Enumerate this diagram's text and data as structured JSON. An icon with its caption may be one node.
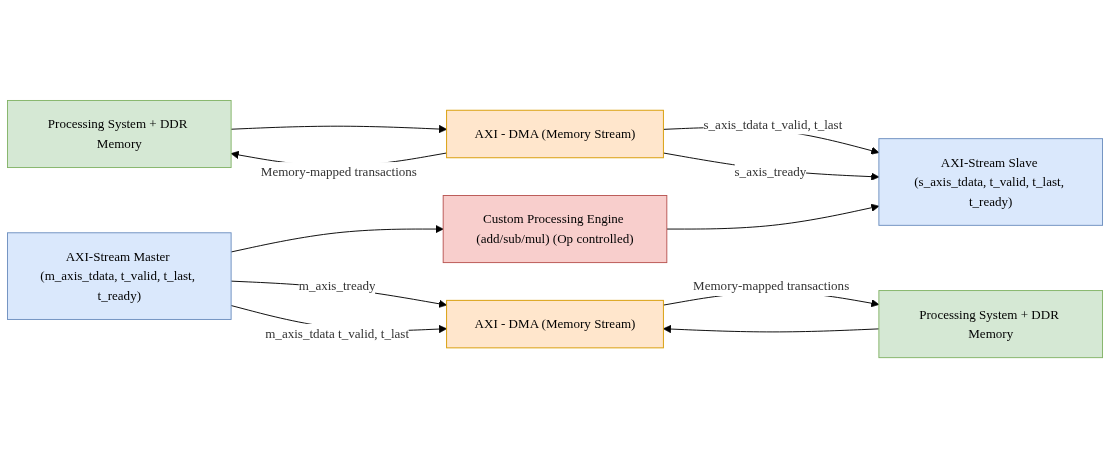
{
  "diagram": {
    "nodes": [
      {
        "text": [
          "Processing System + DDR Memory"
        ]
      },
      {
        "text": [
          "AXI - DMA (Memory Stream)"
        ]
      },
      {
        "text": [
          "AXI-Stream Slave (s_axis_tdata, t_valid, t_last, t_ready)"
        ]
      },
      {
        "text": [
          "Custom Processing Engine (add/sub/mul) (Op controlled)"
        ]
      },
      {
        "text": [
          "AXI-Stream Master (m_axis_tdata, t_valid, t_last, t_ready)"
        ]
      },
      {
        "text": [
          "AXI - DMA (Memory Stream)"
        ]
      },
      {
        "text": [
          "Processing System + DDR Memory"
        ]
      }
    ],
    "edges": [
      {
        "from": 0,
        "to": 1,
        "arrow": "to"
      },
      {
        "from": 1,
        "to": 0,
        "arrow": "to",
        "label": "Memory-mapped transactions"
      },
      {
        "from": 1,
        "to": 2,
        "arrow": "to",
        "label": "s_axis_tdata t_valid, t_last"
      },
      {
        "from": 1,
        "to": 2,
        "arrow": "to",
        "label": "s_axis_tready"
      },
      {
        "from": 3,
        "to": 2,
        "arrow": "to"
      },
      {
        "from": 4,
        "to": 3,
        "arrow": "to"
      },
      {
        "from": 4,
        "to": 5,
        "arrow": "to",
        "label": "m_axis_tready"
      },
      {
        "from": 4,
        "to": 5,
        "arrow": "to",
        "label": "m_axis_tdata t_valid, t_last"
      },
      {
        "from": 5,
        "to": 6,
        "arrow": "to",
        "label": "Memory-mapped transactions"
      },
      {
        "from": 6,
        "to": 5,
        "arrow": "to"
      }
    ]
  }
}
